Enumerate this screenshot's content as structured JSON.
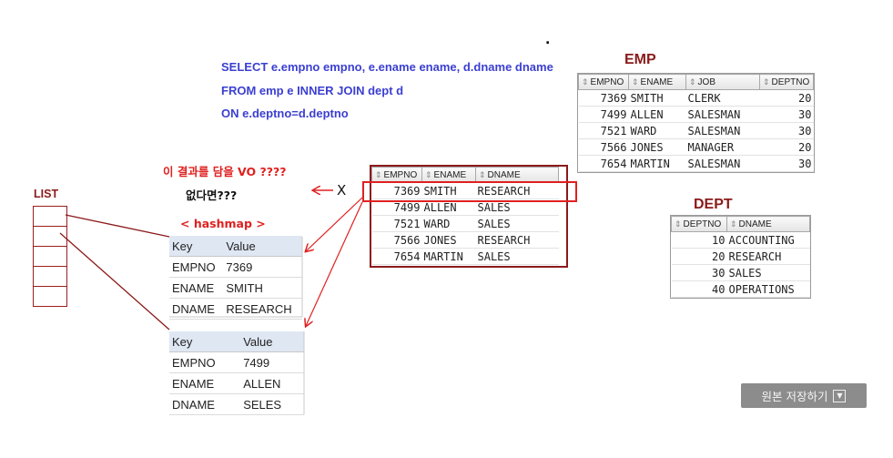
{
  "sql": {
    "line1": "SELECT e.empno empno, e.ename ename, d.dname dname",
    "line2": "FROM emp e INNER JOIN dept d",
    "line3": "ON e.deptno=d.deptno"
  },
  "emp": {
    "title": "EMP",
    "columns": [
      "EMPNO",
      "ENAME",
      "JOB",
      "DEPTNO"
    ],
    "rows": [
      [
        "7369",
        "SMITH",
        "CLERK",
        "20"
      ],
      [
        "7499",
        "ALLEN",
        "SALESMAN",
        "30"
      ],
      [
        "7521",
        "WARD",
        "SALESMAN",
        "30"
      ],
      [
        "7566",
        "JONES",
        "MANAGER",
        "20"
      ],
      [
        "7654",
        "MARTIN",
        "SALESMAN",
        "30"
      ]
    ]
  },
  "dept": {
    "title": "DEPT",
    "columns": [
      "DEPTNO",
      "DNAME"
    ],
    "rows": [
      [
        "10",
        "ACCOUNTING"
      ],
      [
        "20",
        "RESEARCH"
      ],
      [
        "30",
        "SALES"
      ],
      [
        "40",
        "OPERATIONS"
      ]
    ]
  },
  "result": {
    "columns": [
      "EMPNO",
      "ENAME",
      "DNAME"
    ],
    "rows": [
      [
        "7369",
        "SMITH",
        "RESEARCH"
      ],
      [
        "7499",
        "ALLEN",
        "SALES"
      ],
      [
        "7521",
        "WARD",
        "SALES"
      ],
      [
        "7566",
        "JONES",
        "RESEARCH"
      ],
      [
        "7654",
        "MARTIN",
        "SALES"
      ]
    ]
  },
  "notes": {
    "vo_question": "이 결과를 담을 VO ????",
    "if_none": "없다면???",
    "x_mark": "X",
    "list_label": "LIST",
    "hashmap_label": "< hashmap >"
  },
  "hashmap1": {
    "header": [
      "Key",
      "Value"
    ],
    "rows": [
      [
        "EMPNO",
        "7369"
      ],
      [
        "ENAME",
        "SMITH"
      ],
      [
        "DNAME",
        "RESEARCH"
      ]
    ]
  },
  "hashmap2": {
    "header": [
      "Key",
      "Value"
    ],
    "rows": [
      [
        "EMPNO",
        "7499"
      ],
      [
        "ENAME",
        "ALLEN"
      ],
      [
        "DNAME",
        "SELES"
      ]
    ]
  },
  "colors": {
    "sql_blue": "#3b3fd1",
    "dark_red": "#8b1a1a",
    "arrow_red": "#e02020"
  },
  "save_button": {
    "label": "원본 저장하기",
    "icon": "dropdown-arrow-icon"
  },
  "dot": "."
}
